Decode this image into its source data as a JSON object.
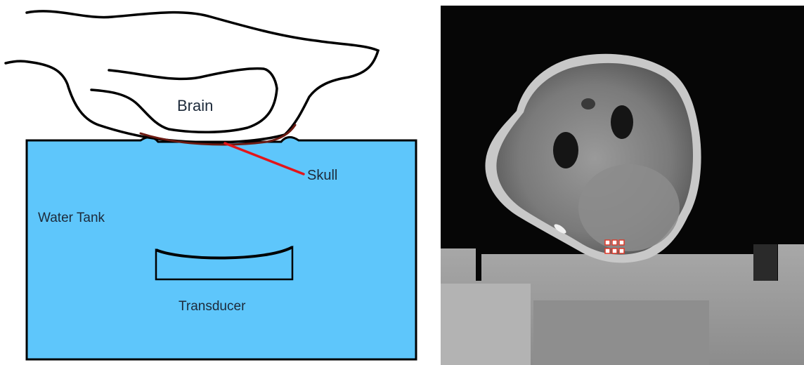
{
  "diagram": {
    "labels": {
      "brain": "Brain",
      "skull": "Skull",
      "water_tank": "Water Tank",
      "transducer": "Transducer"
    },
    "colors": {
      "water": "#5ec6fb",
      "skull_line": "#e3151a",
      "outline": "#000000",
      "label_text": "#1d2a3a"
    }
  },
  "mri_image": {
    "colors": {
      "background": "#060606",
      "tissue": "#8a8a8a",
      "holder": "#9c9c9c",
      "target_marks": "#e03a2a"
    },
    "target_grid": {
      "rows": 2,
      "cols": 3
    }
  }
}
